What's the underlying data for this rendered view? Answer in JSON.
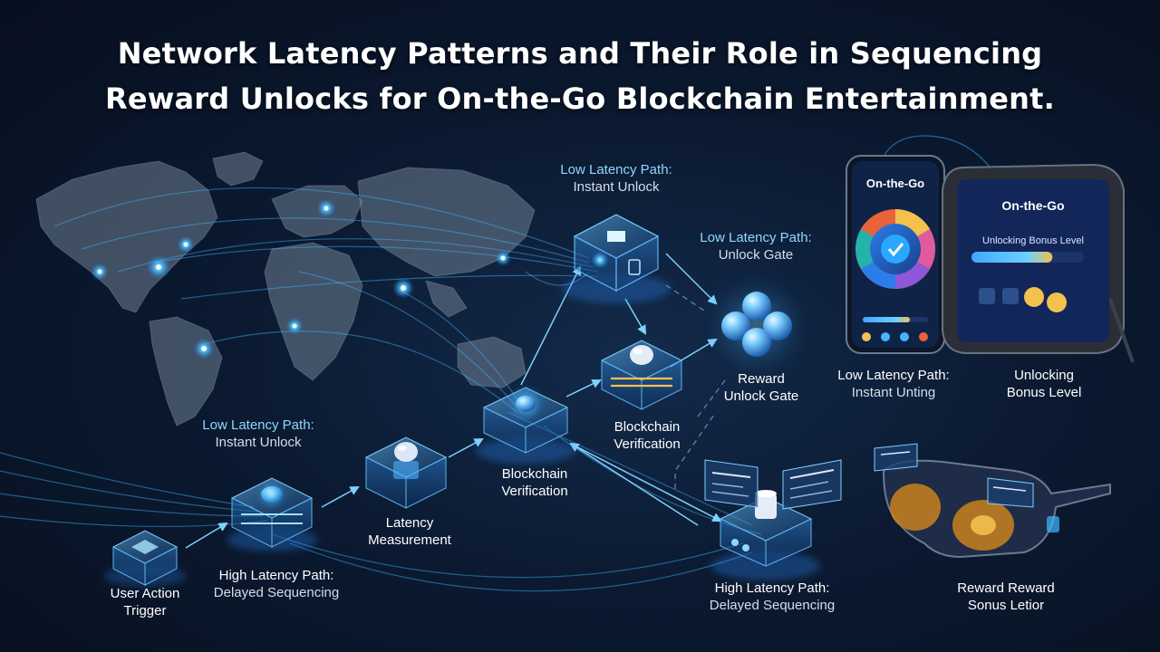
{
  "title": {
    "line1": "Network Latency Patterns and Their Role in Sequencing",
    "line2": "Reward Unlocks for On-the-Go Blockchain Entertainment."
  },
  "nodes": {
    "user_action": {
      "line1": "User Action",
      "line2": "Trigger"
    },
    "latency_measurement": {
      "line1": "Latency",
      "line2": "Measurement"
    },
    "blockchain_verification_1": {
      "line1": "Blockchain",
      "line2": "Verification"
    },
    "blockchain_verification_2": {
      "line1": "Blockchain",
      "line2": "Verification"
    },
    "reward_unlock_gate": {
      "line1": "Reward",
      "line2": "Unlock Gate"
    }
  },
  "paths": {
    "low_latency_left": {
      "heading": "Low Latency Path:",
      "detail": "Instant Unlock"
    },
    "low_latency_top": {
      "heading": "Low Latency Path:",
      "detail": "Instant Unlock"
    },
    "low_latency_gate": {
      "heading": "Low Latency Path:",
      "detail": "Unlock Gate"
    },
    "low_latency_phone": {
      "heading": "Low Latency Path:",
      "detail": "Instant Unting"
    },
    "high_latency_left": {
      "heading": "High Latency Path:",
      "detail": "Delayed Sequencing"
    },
    "high_latency_right": {
      "heading": "High Latency Path:",
      "detail": "Delayed Sequencing"
    }
  },
  "devices": {
    "phone": {
      "app_title": "On-the-Go"
    },
    "tablet": {
      "app_title": "On-the-Go",
      "progress_label": "Unlocking Bonus Level",
      "progress": 0.72
    },
    "tablet_caption": {
      "line1": "Unlocking",
      "line2": "Bonus Level"
    },
    "vr_caption": {
      "line1": "Reward Reward",
      "line2": "Sonus Letior"
    }
  },
  "colors": {
    "background": "#0b1a31",
    "glow": "#3fb8ff",
    "accent_gold": "#f2c14e",
    "low_latency_text": "#8fd8ff"
  }
}
